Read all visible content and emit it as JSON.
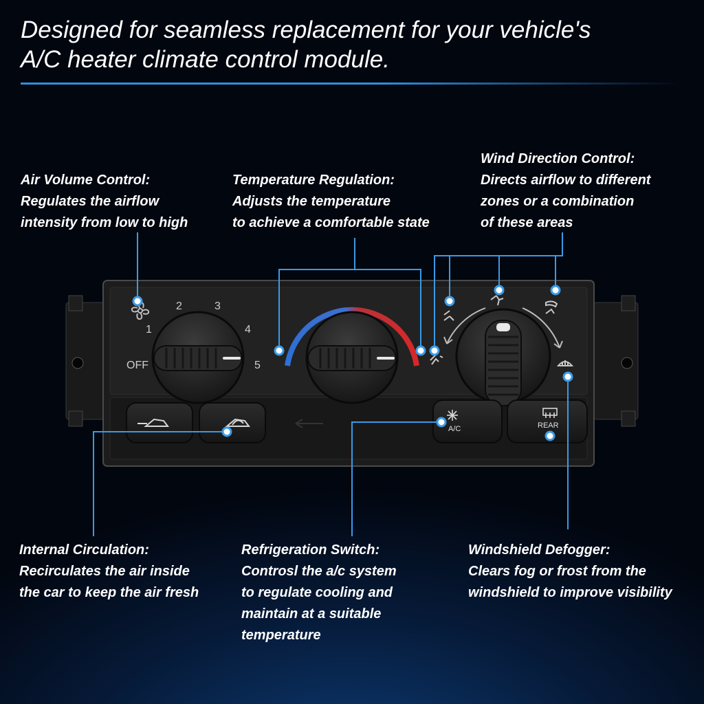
{
  "headline": {
    "line1": "Designed for seamless replacement for your vehicle's",
    "line2": "A/C heater climate control module."
  },
  "callouts": {
    "air_volume": {
      "title": "Air Volume Control:",
      "line1": "Regulates the airflow",
      "line2": "intensity from low to high"
    },
    "temperature": {
      "title": "Temperature Regulation:",
      "line1": "Adjusts the temperature",
      "line2": "to achieve a comfortable state"
    },
    "wind_direction": {
      "title": "Wind Direction Control:",
      "line1": "Directs airflow to different",
      "line2": "zones or a combination",
      "line3": "of these areas"
    },
    "internal_circulation": {
      "title": "Internal Circulation:",
      "line1": "Recirculates the air inside",
      "line2": "the car to keep the air fresh"
    },
    "refrigeration": {
      "title": "Refrigeration Switch:",
      "line1": "Controsl the a/c system",
      "line2": "to regulate cooling and",
      "line3": "maintain at a suitable",
      "line4": "temperature"
    },
    "defogger": {
      "title": "Windshield Defogger:",
      "line1": "Clears fog or frost from the",
      "line2": "windshield to improve visibility"
    }
  },
  "panel": {
    "fan_scale": {
      "off": "OFF",
      "s1": "1",
      "s2": "2",
      "s3": "3",
      "s4": "4",
      "s5": "5"
    },
    "buttons": {
      "ac": "A/C",
      "rear": "REAR"
    }
  },
  "colors": {
    "accent": "#2e8fe0",
    "leader": "#3a9be8",
    "cold": "#2f6fd6",
    "hot": "#d62828"
  },
  "icons": [
    "fan-icon",
    "recirculation-icon",
    "fresh-air-icon",
    "snowflake-icon",
    "rear-defrost-icon",
    "vent-face-icon",
    "vent-bi-level-icon",
    "vent-floor-icon",
    "defrost-floor-icon",
    "windshield-defrost-icon"
  ]
}
